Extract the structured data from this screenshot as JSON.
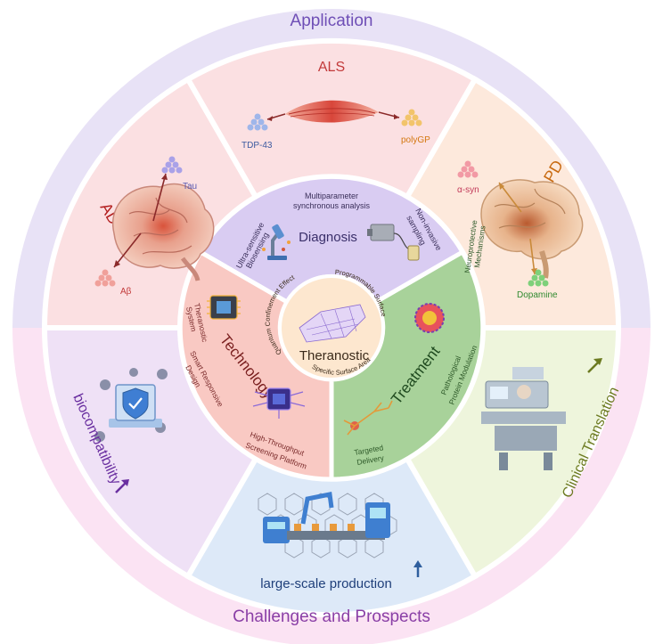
{
  "outer_ring": {
    "top_label": "Application",
    "bottom_label": "Challenges and Prospects"
  },
  "application": {
    "als": {
      "title": "ALS",
      "left_marker": "TDP-43",
      "right_marker": "polyGP"
    },
    "ad": {
      "title": "AD",
      "top_marker": "Tau",
      "bottom_marker": "Aβ"
    },
    "pd": {
      "title": "PD",
      "top_marker": "α-syn",
      "bottom_marker": "Dopamine"
    }
  },
  "challenges": {
    "biocompatibility": "biocompatibility",
    "production": "large-scale production",
    "clinical": "Clinical Translation"
  },
  "diagnosis": {
    "title": "Diagnosis",
    "top_line1": "Multiparameter",
    "top_line2": "synchronous analysis",
    "left_line1": "Ultra-sensitive",
    "left_line2": "Biosensing",
    "right_line1": "Non-invasive",
    "right_line2": "sampling"
  },
  "technology": {
    "title": "Technology",
    "item1_line1": "Theranostic",
    "item1_line2": "System",
    "item2_line1": "Smart Responsive",
    "item2_line2": "Design",
    "item3_line1": "High-Throughput",
    "item3_line2": "Screening Platform"
  },
  "treatment": {
    "title": "Treatment",
    "item1_line1": "Neuroprotective",
    "item1_line2": "Mechanisms",
    "item2_line1": "Pathological",
    "item2_line2": "Protein Modulation",
    "item3_line1": "Targeted",
    "item3_line2": "Delivery"
  },
  "center": {
    "title": "Theranostic",
    "arc_top_left": "Quantum Confinement Effect",
    "arc_top_right": "Programmable Surface",
    "arc_bottom": "Specific Surface Area"
  },
  "colors": {
    "application_ring": "#e8e2f6",
    "challenges_ring": "#fbe3f3",
    "als_sector": "#fbe0e2",
    "ad_sector": "#fbe0e2",
    "pd_sector": "#fde9dc",
    "bio_sector": "#efe1f6",
    "production_sector": "#dde9f8",
    "clinical_sector": "#eef5dc",
    "diagnosis_sector": "#d9ccf2",
    "technology_sector": "#f9c9c3",
    "treatment_sector": "#a8d29a",
    "center_disc": "#fde7cf",
    "accent_purple": "#6f4fb6",
    "accent_red": "#c23a3a",
    "accent_orange": "#d4770f",
    "accent_blue": "#2f5f9e",
    "accent_olive": "#7d8a2a"
  }
}
